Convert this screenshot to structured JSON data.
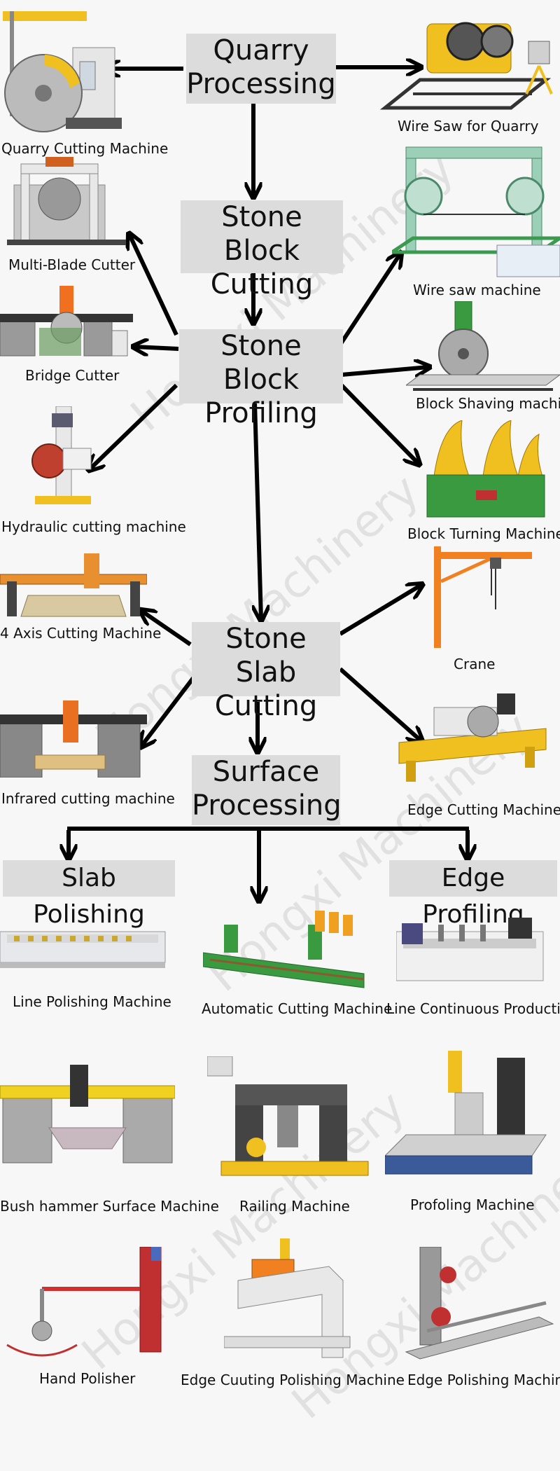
{
  "watermark": "Hongxi Machinery",
  "nodes": {
    "quarry": [
      "Quarry",
      "Processing"
    ],
    "block_cutting": [
      "Stone Block",
      "Cutting"
    ],
    "block_profiling": [
      "Stone Block",
      "Profiling"
    ],
    "slab_cutting": [
      "Stone Slab",
      "Cutting"
    ],
    "surface": [
      "Surface",
      "Processing"
    ],
    "slab_polishing": "Slab Polishing",
    "edge_profiling": "Edge Profiling"
  },
  "machines": {
    "quarry_cutting": "Quarry Cutting Machine",
    "wire_saw_quarry": "Wire Saw for Quarry",
    "multi_blade": "Multi-Blade Cutter",
    "wire_saw": "Wire saw machine",
    "bridge_cutter": "Bridge Cutter",
    "block_shaving": "Block Shaving machine",
    "hydraulic": "Hydraulic cutting machine",
    "block_turning": "Block Turning Machine",
    "four_axis": "4 Axis Cutting Machine",
    "crane": "Crane",
    "infrared": "Infrared cutting machine",
    "edge_cutting": "Edge Cutting Machine",
    "line_polishing": "Line Polishing Machine",
    "auto_cutting": "Automatic Cutting Machine",
    "line_continuous": "Line Continuous Production",
    "bush_hammer": "Bush hammer Surface Machine",
    "railing": "Railing Machine",
    "profiling": "Profoling Machine",
    "hand_polisher": "Hand Polisher",
    "edge_cutting_polishing": "Edge Cuuting Polishing Machine",
    "edge_polishing": "Edge Polishing Machine"
  }
}
